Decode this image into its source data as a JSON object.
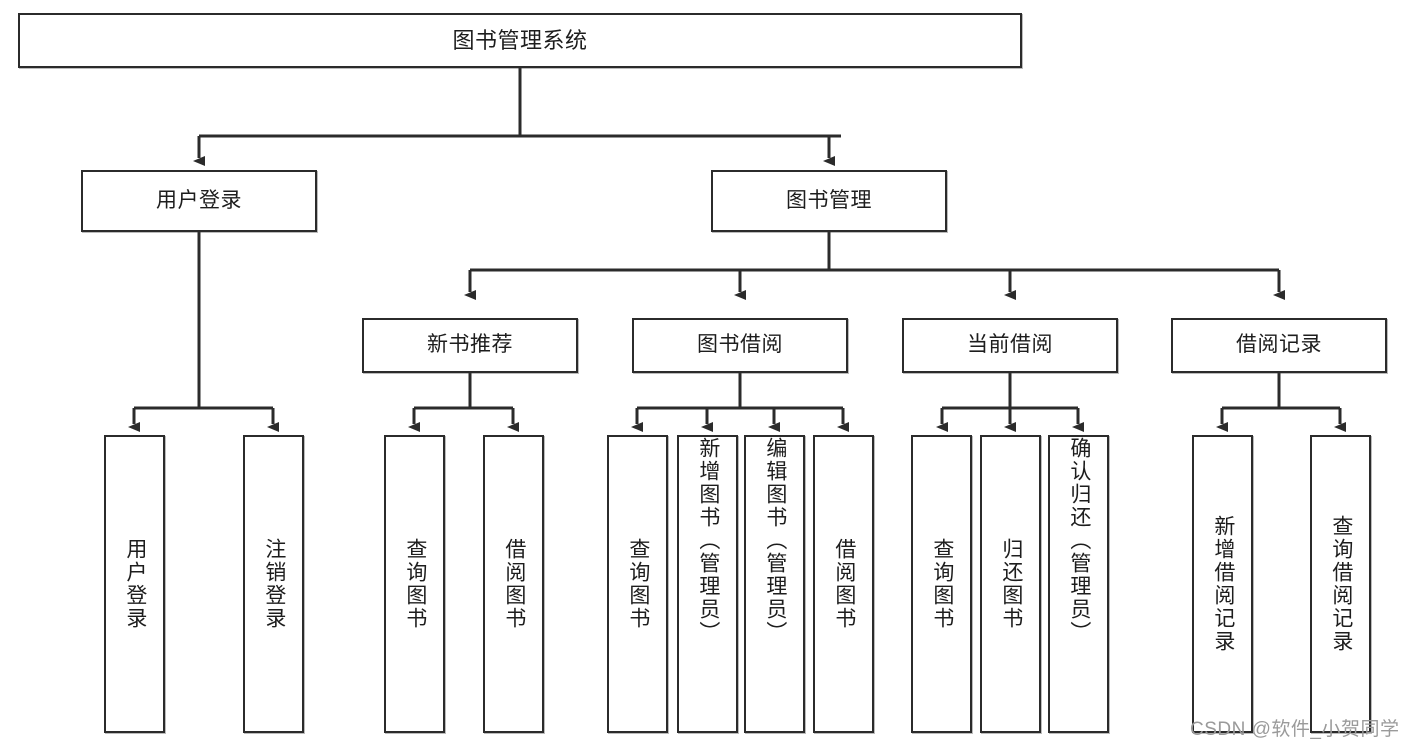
{
  "diagram": {
    "type": "tree-hierarchy",
    "title": "图书管理系统",
    "watermark": "CSDN @软件_小贺同学",
    "colors": {
      "box_border": "#2b2b2b",
      "box_fill": "#ffffff",
      "connector": "#2b2b2b",
      "text": "#1d1d1d",
      "watermark": "#9a9a9a"
    },
    "nodes": {
      "root": {
        "label": "图书管理系统"
      },
      "level2": [
        {
          "label": "用户登录"
        },
        {
          "label": "图书管理"
        }
      ],
      "level3": [
        {
          "label": "新书推荐"
        },
        {
          "label": "图书借阅"
        },
        {
          "label": "当前借阅"
        },
        {
          "label": "借阅记录"
        }
      ],
      "leaves": {
        "user_login": [
          {
            "label": "用户登录"
          },
          {
            "label": "注销登录"
          }
        ],
        "new_book_recommend": [
          {
            "label": "查询图书"
          },
          {
            "label": "借阅图书"
          }
        ],
        "book_borrow": [
          {
            "label": "查询图书"
          },
          {
            "label": "新增图书（管理员）"
          },
          {
            "label": "编辑图书（管理员）"
          },
          {
            "label": "借阅图书"
          }
        ],
        "current_borrow": [
          {
            "label": "查询图书"
          },
          {
            "label": "归还图书"
          },
          {
            "label": "确认归还（管理员）"
          }
        ],
        "borrow_record": [
          {
            "label": "新增借阅记录"
          },
          {
            "label": "查询借阅记录"
          }
        ]
      }
    }
  }
}
